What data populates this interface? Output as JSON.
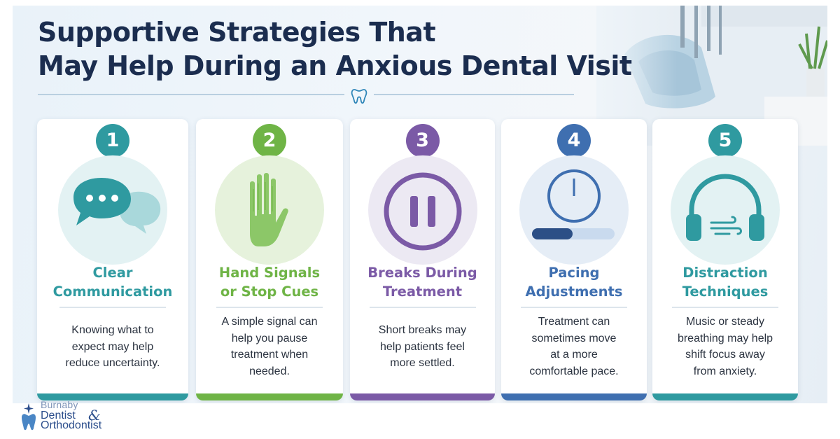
{
  "title": {
    "line1": "Supportive Strategies That",
    "line2": "May Help During an Anxious Dental Visit"
  },
  "divider_icon": "tooth-icon",
  "cards": [
    {
      "number": "1",
      "icon": "chat-bubbles-icon",
      "title_line1": "Clear",
      "title_line2": "Communication",
      "desc_lines": [
        "Knowing what to",
        "expect may help",
        "reduce uncertainty."
      ],
      "color": "#2f9aa0",
      "light": "#e3f2f3"
    },
    {
      "number": "2",
      "icon": "raised-hand-icon",
      "title_line1": "Hand Signals",
      "title_line2": "or Stop Cues",
      "desc_lines": [
        "A simple signal can",
        "help you pause",
        "treatment when",
        "needed."
      ],
      "color": "#6fb446",
      "light": "#e6f2dc"
    },
    {
      "number": "3",
      "icon": "pause-icon",
      "title_line1": "Breaks During",
      "title_line2": "Treatment",
      "desc_lines": [
        "Short breaks may",
        "help patients feel",
        "more settled."
      ],
      "color": "#7b5aa6",
      "light": "#ece9f3"
    },
    {
      "number": "4",
      "icon": "clock-icon",
      "title_line1": "Pacing",
      "title_line2": "Adjustments",
      "desc_lines": [
        "Treatment can",
        "sometimes move",
        "at a more",
        "comfortable pace."
      ],
      "color": "#3f6fb0",
      "light": "#e5edf6"
    },
    {
      "number": "5",
      "icon": "headphones-icon",
      "title_line1": "Distraction",
      "title_line2": "Techniques",
      "desc_lines": [
        "Music or steady",
        "breathing may help",
        "shift focus away",
        "from anxiety."
      ],
      "color": "#2f9aa0",
      "light": "#e3f2f3"
    }
  ],
  "logo": {
    "line1": "Burnaby",
    "line2": "Dentist",
    "amp": "&",
    "line3": "Orthodontist"
  }
}
